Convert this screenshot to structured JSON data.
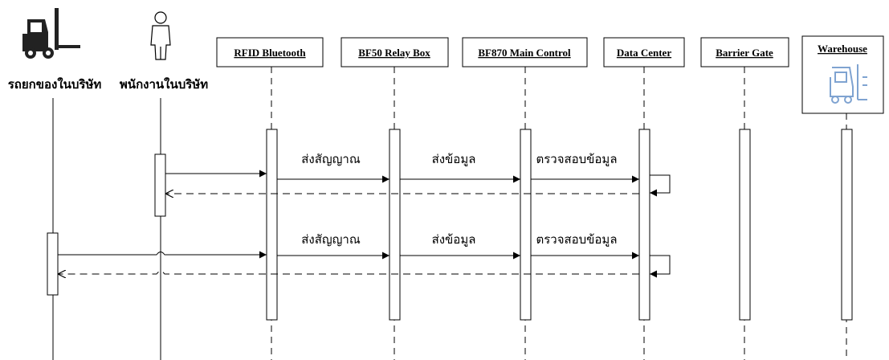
{
  "actors": [
    {
      "id": "forklift",
      "label": "รถยกของในบริษัท",
      "icon": "forklift-icon"
    },
    {
      "id": "employee",
      "label": "พนักงานในบริษัท",
      "icon": "person-icon"
    }
  ],
  "objects": [
    {
      "id": "rfid",
      "label": "RFID Bluetooth"
    },
    {
      "id": "relay",
      "label": "BF50 Relay Box"
    },
    {
      "id": "main",
      "label": "BF870 Main Control"
    },
    {
      "id": "datacenter",
      "label": "Data Center"
    },
    {
      "id": "barrier",
      "label": "Barrier Gate"
    },
    {
      "id": "warehouse",
      "label": "Warehouse",
      "icon": "warehouse-forklift-icon"
    }
  ],
  "messages": {
    "send_signal": "ส่งสัญญาณ",
    "send_data": "ส่งข้อมูล",
    "check_data": "ตรวจสอบข้อมูล"
  },
  "colors": {
    "line": "#000000",
    "icon_blue": "#7fa3d1"
  }
}
